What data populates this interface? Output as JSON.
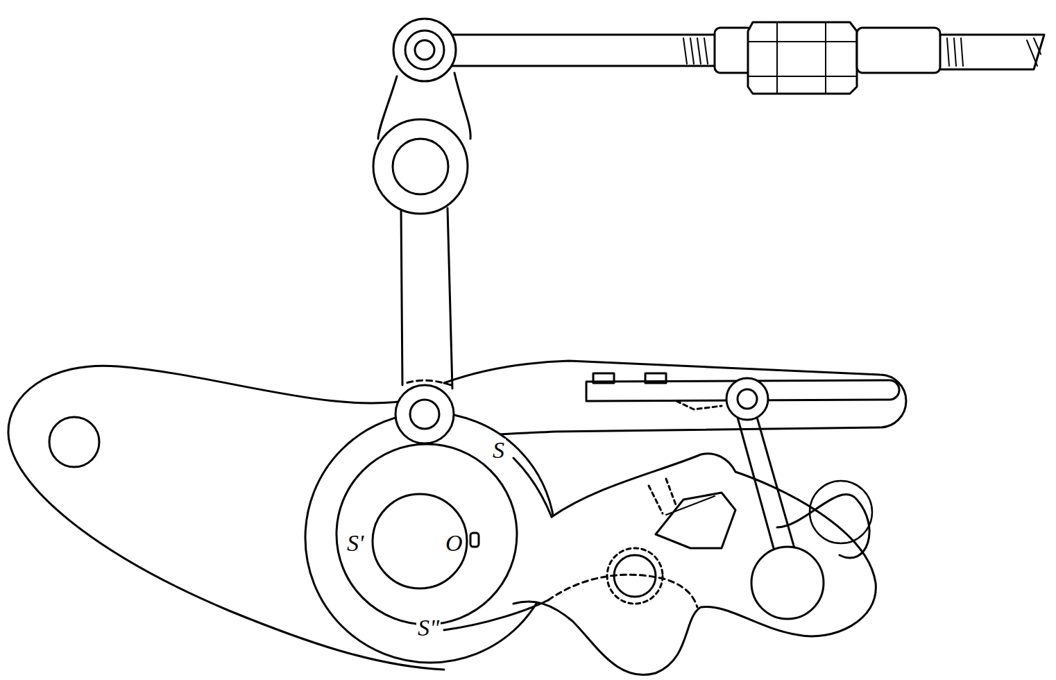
{
  "diagram": {
    "labels": [
      "S",
      "S'",
      "S\"",
      "O"
    ]
  }
}
